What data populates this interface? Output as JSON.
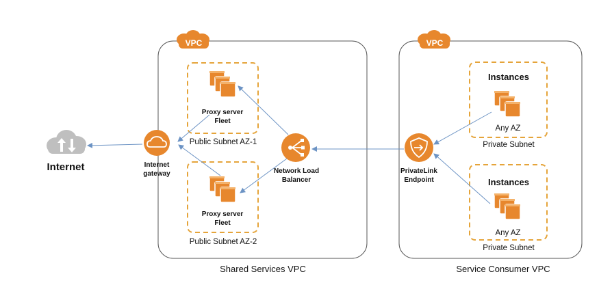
{
  "colors": {
    "aws_orange": "#E7872D",
    "aws_orange_light": "#F4B26A",
    "subnet_border": "#E5A43A",
    "vpc_border": "#555555",
    "arrow": "#6C93C4",
    "cloud_gray": "#BFBFBF"
  },
  "internet": {
    "label": "Internet",
    "icon": "cloud-icon"
  },
  "internet_gateway": {
    "label_line1": "Internet",
    "label_line2": "gateway",
    "icon": "cloud-gateway-icon"
  },
  "shared_vpc": {
    "badge": "VPC",
    "title": "Shared Services VPC",
    "subnet1": {
      "fleet_line1": "Proxy server",
      "fleet_line2": "Fleet",
      "subnet_label": "Public Subnet AZ-1"
    },
    "subnet2": {
      "fleet_line1": "Proxy server",
      "fleet_line2": "Fleet",
      "subnet_label": "Public Subnet AZ-2"
    },
    "nlb": {
      "label_line1": "Network Load",
      "label_line2": "Balancer",
      "icon": "load-balancer-icon"
    }
  },
  "consumer_vpc": {
    "badge": "VPC",
    "title": "Service Consumer VPC",
    "privatelink": {
      "label_line1": "PrivateLink",
      "label_line2": "Endpoint",
      "icon": "shield-endpoint-icon"
    },
    "subnet1": {
      "title": "Instances",
      "az": "Any AZ",
      "subnet_label": "Private Subnet"
    },
    "subnet2": {
      "title": "Instances",
      "az": "Any AZ",
      "subnet_label": "Private Subnet"
    }
  }
}
